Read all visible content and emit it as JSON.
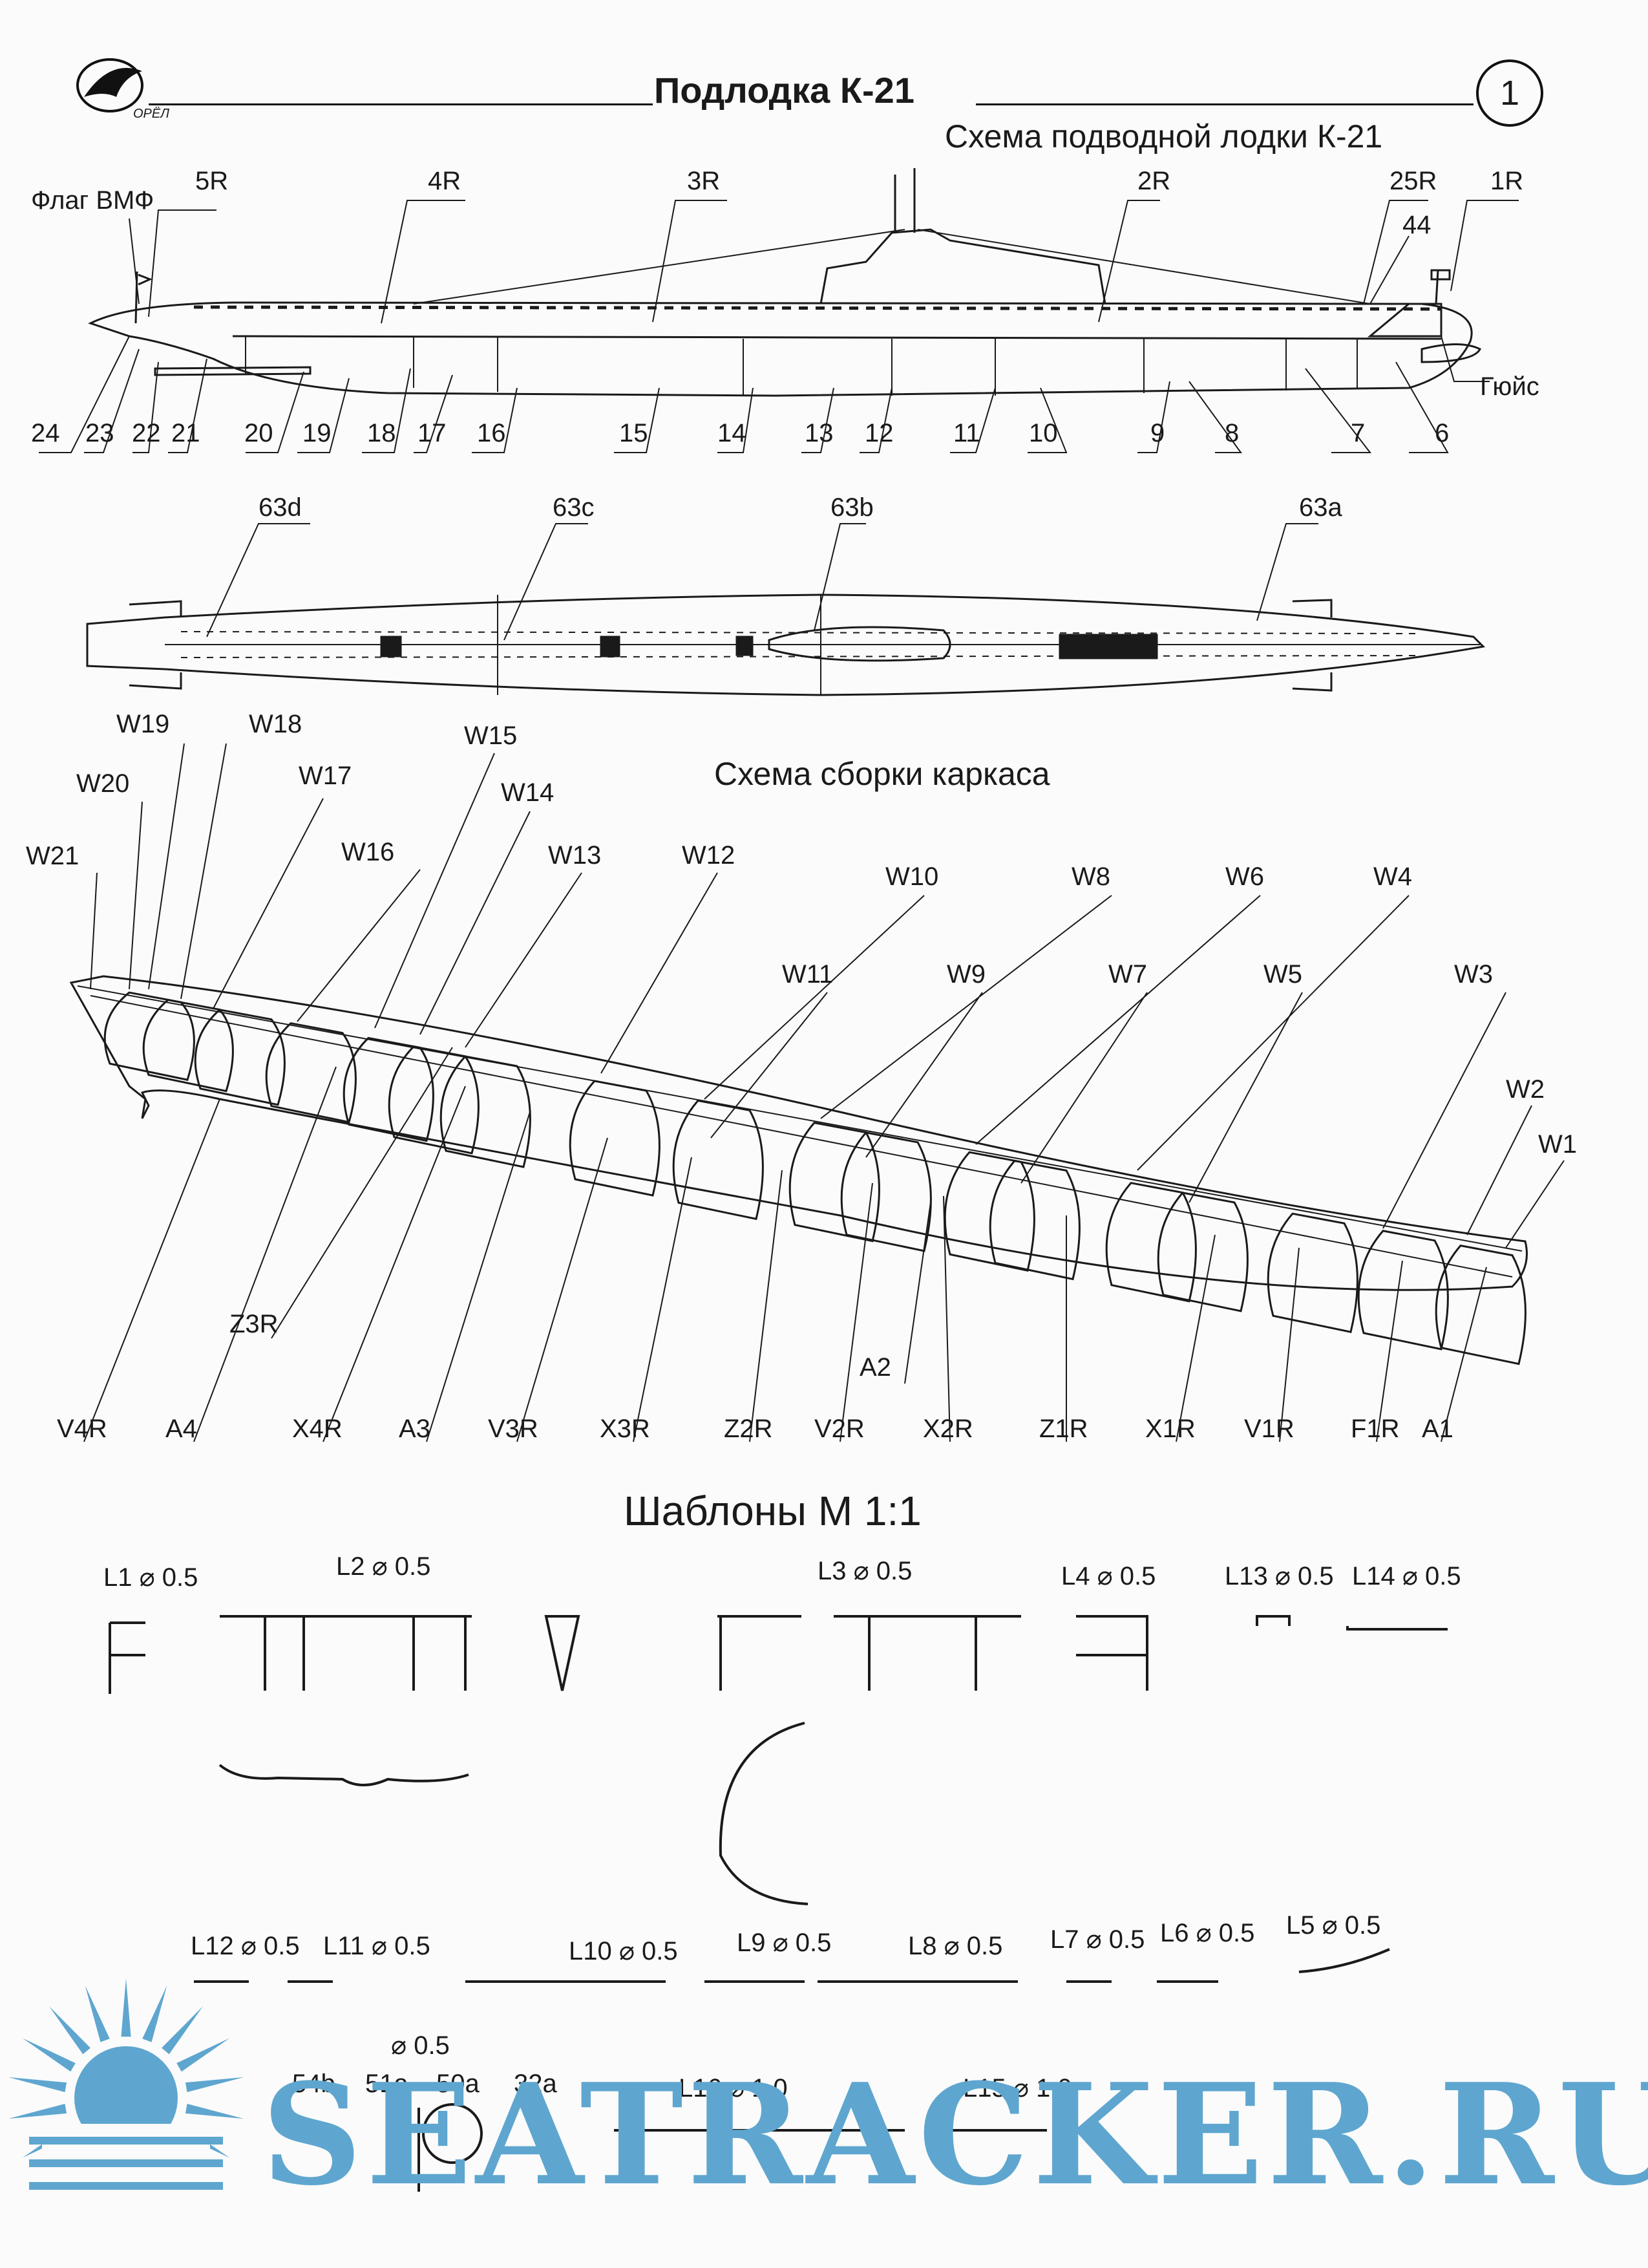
{
  "brand": {
    "logo_text": "ОРЁЛ",
    "watermark": "SEATRACKER.RU"
  },
  "header": {
    "title": "Подлодка К-21",
    "sheet_number": "1"
  },
  "section1": {
    "title": "Схема подводной лодки К-21",
    "labels_top": [
      "Флаг ВМФ",
      "5R",
      "4R",
      "3R",
      "2R",
      "25R",
      "44",
      "1R"
    ],
    "label_right": "Гюйс",
    "labels_bottom": [
      "24",
      "23",
      "22",
      "21",
      "20",
      "19",
      "18",
      "17",
      "16",
      "15",
      "14",
      "13",
      "12",
      "11",
      "10",
      "9",
      "8",
      "7",
      "6"
    ]
  },
  "section2": {
    "labels": [
      "63d",
      "63c",
      "63b",
      "63a"
    ]
  },
  "section3": {
    "title": "Схема сборки каркаса",
    "frames": [
      "W19",
      "W18",
      "W20",
      "W17",
      "W21",
      "W16",
      "W15",
      "W14",
      "W13",
      "W12",
      "W10",
      "W8",
      "W6",
      "W4",
      "W11",
      "W9",
      "W7",
      "W5",
      "W3",
      "W2",
      "W1"
    ],
    "stringers": [
      "Z3R",
      "A2",
      "V4R",
      "A4",
      "X4R",
      "A3",
      "V3R",
      "X3R",
      "Z2R",
      "V2R",
      "X2R",
      "Z1R",
      "X1R",
      "V1R",
      "F1R",
      "A1"
    ]
  },
  "section4": {
    "title": "Шаблоны  М 1:1",
    "templates": [
      {
        "name": "L1",
        "dia": "⌀ 0.5"
      },
      {
        "name": "L2",
        "dia": "⌀ 0.5"
      },
      {
        "name": "L3",
        "dia": "⌀ 0.5"
      },
      {
        "name": "L4",
        "dia": "⌀ 0.5"
      },
      {
        "name": "L13",
        "dia": "⌀ 0.5"
      },
      {
        "name": "L14",
        "dia": "⌀ 0.5"
      },
      {
        "name": "L12",
        "dia": "⌀ 0.5"
      },
      {
        "name": "L11",
        "dia": "⌀ 0.5"
      },
      {
        "name": "L10",
        "dia": "⌀ 0.5"
      },
      {
        "name": "L9",
        "dia": "⌀ 0.5"
      },
      {
        "name": "L8",
        "dia": "⌀ 0.5"
      },
      {
        "name": "L7",
        "dia": "⌀ 0.5"
      },
      {
        "name": "L6",
        "dia": "⌀ 0.5"
      },
      {
        "name": "L5",
        "dia": "⌀ 0.5"
      },
      {
        "name": "L16",
        "dia": "⌀ 1.0"
      },
      {
        "name": "L15",
        "dia": "⌀ 1.0"
      }
    ],
    "small_parts": [
      "54b",
      "51a",
      "50a",
      "32a"
    ],
    "small_parts_dia": "⌀ 0.5"
  },
  "colors": {
    "line": "#1a1a1a",
    "watermark": "#5ea6cf"
  }
}
